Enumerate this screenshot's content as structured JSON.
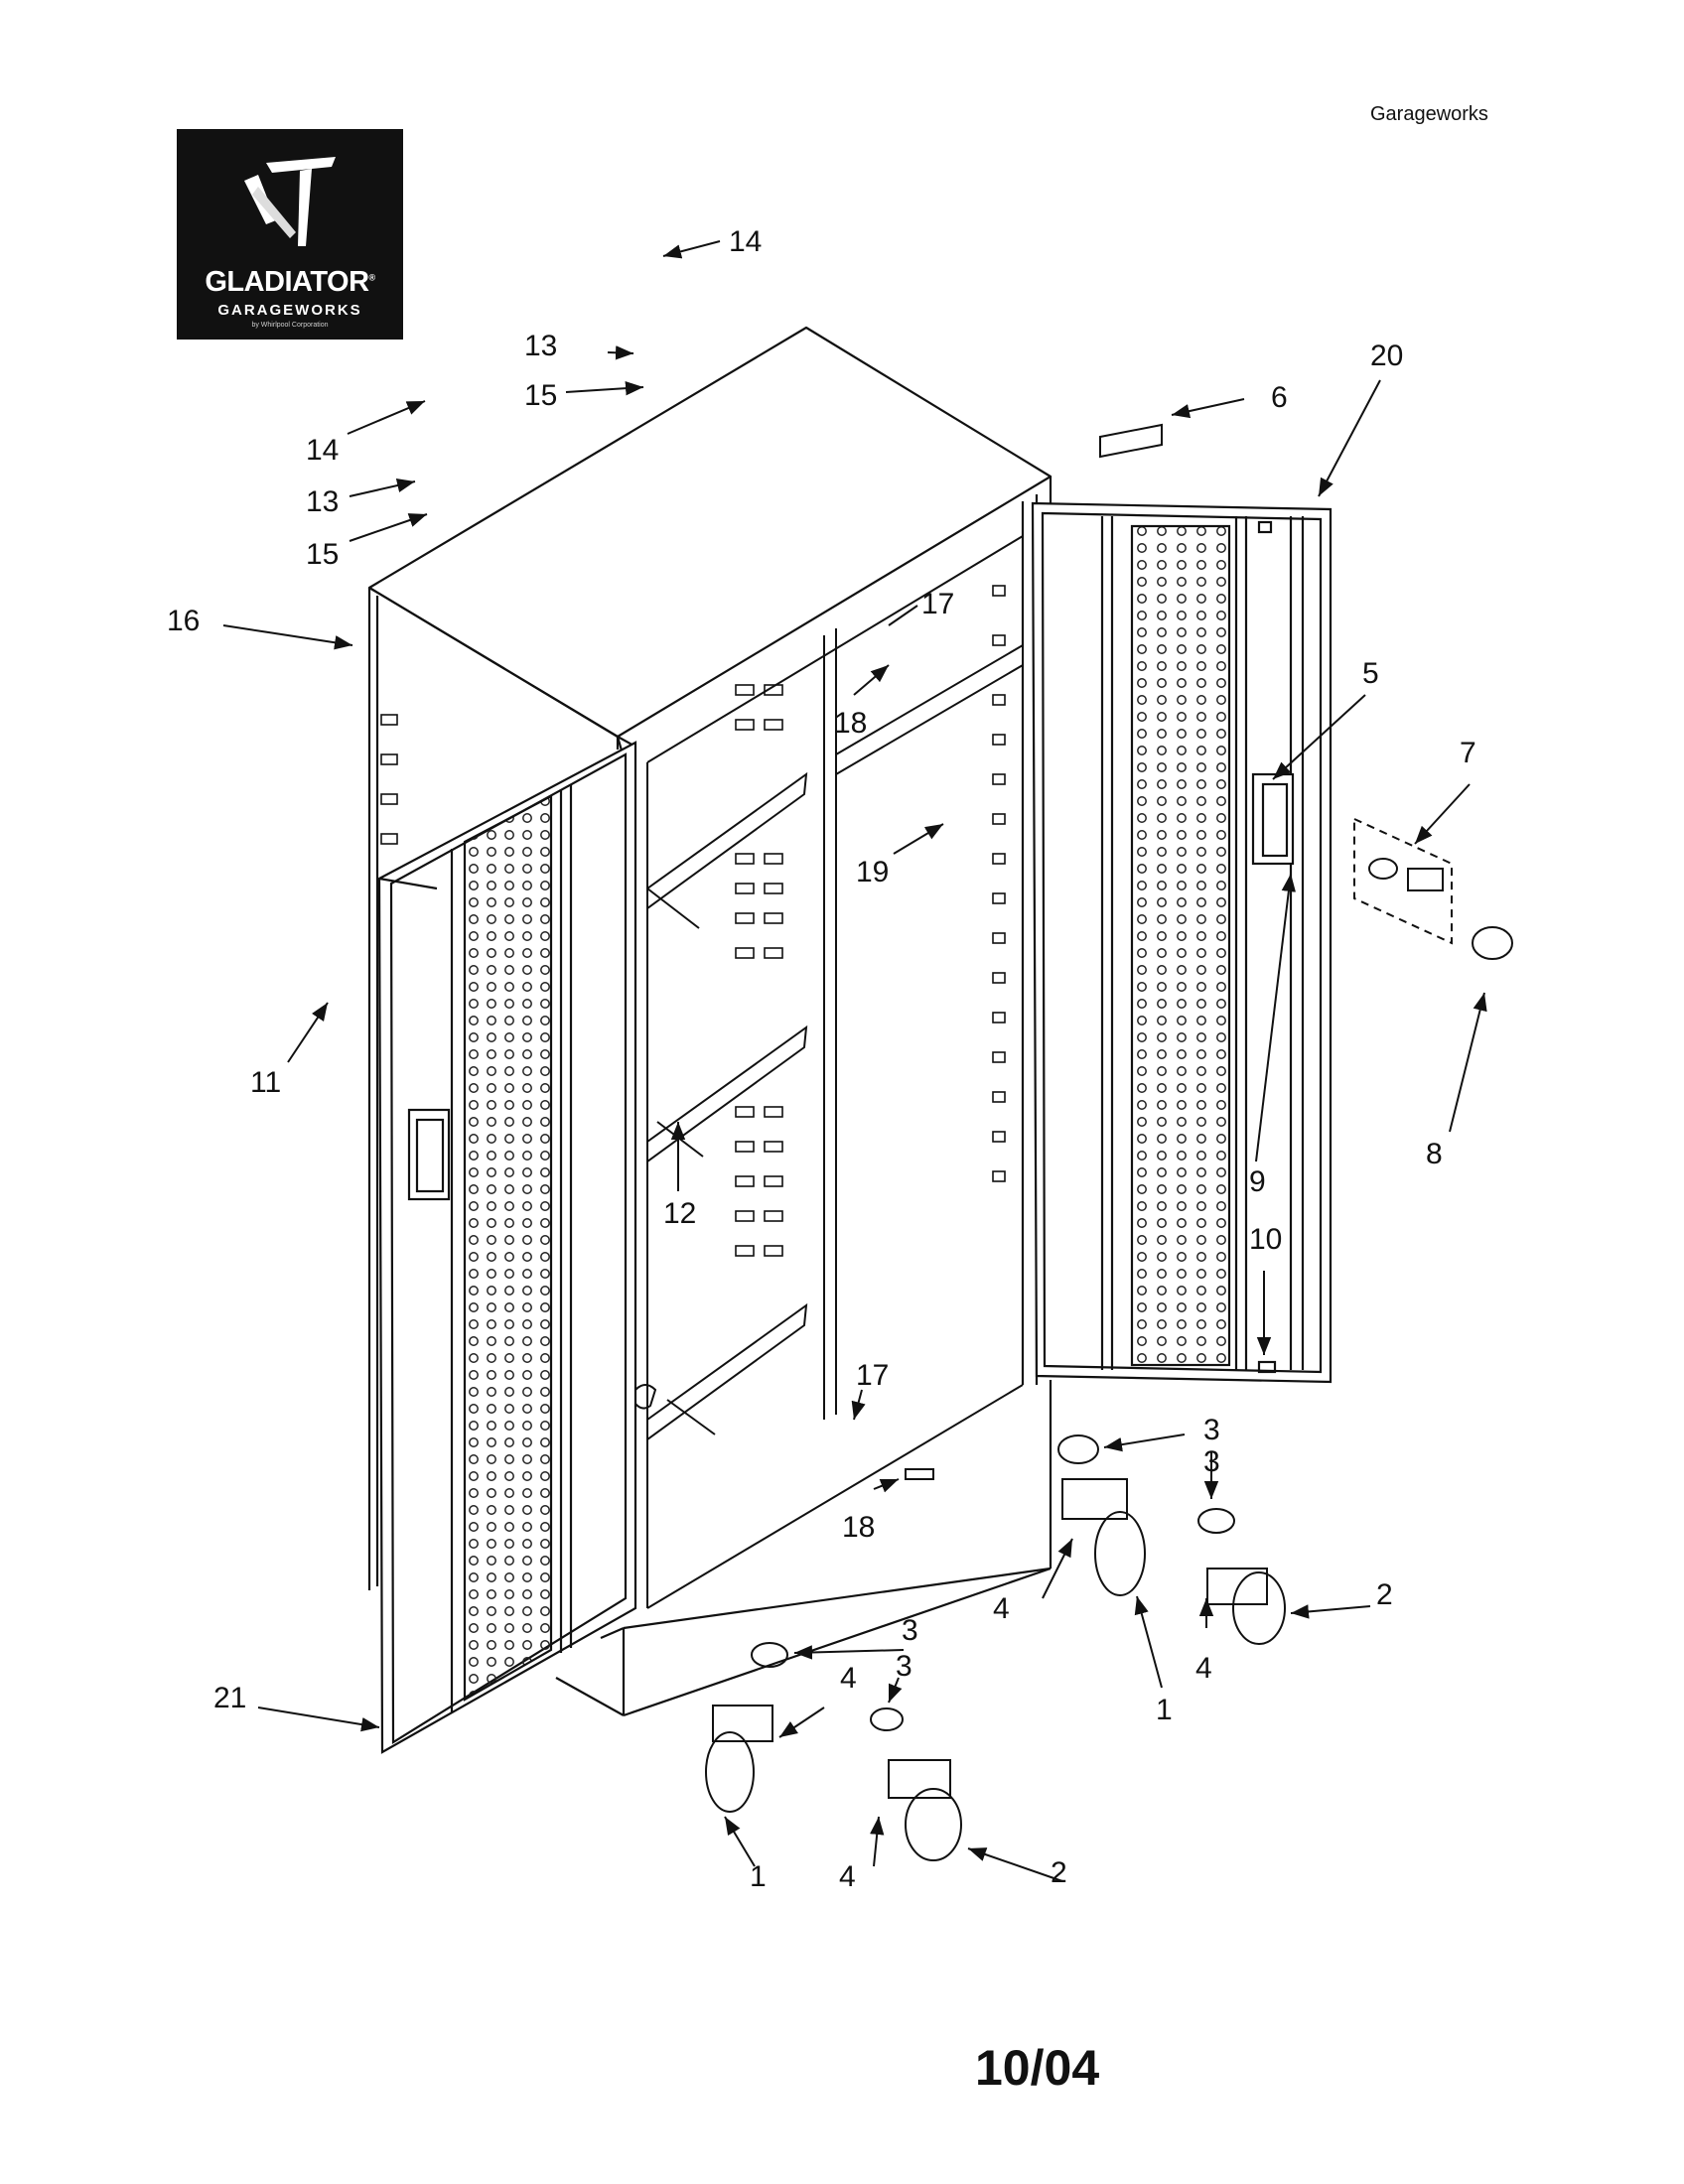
{
  "header": {
    "brand_name": "Garageworks"
  },
  "logo": {
    "wordmark": "GLADIATOR",
    "trademark": "®",
    "subline": "GARAGEWORKS",
    "tagline": "by Whirlpool Corporation"
  },
  "callouts": [
    {
      "id": "c14a",
      "text": "14"
    },
    {
      "id": "c13a",
      "text": "13"
    },
    {
      "id": "c15a",
      "text": "15"
    },
    {
      "id": "c14b",
      "text": "14"
    },
    {
      "id": "c13b",
      "text": "13"
    },
    {
      "id": "c15b",
      "text": "15"
    },
    {
      "id": "c16",
      "text": "16"
    },
    {
      "id": "c6",
      "text": "6"
    },
    {
      "id": "c20",
      "text": "20"
    },
    {
      "id": "c17a",
      "text": "17"
    },
    {
      "id": "c18a",
      "text": "18"
    },
    {
      "id": "c5",
      "text": "5"
    },
    {
      "id": "c7",
      "text": "7"
    },
    {
      "id": "c19",
      "text": "19"
    },
    {
      "id": "c9",
      "text": "9"
    },
    {
      "id": "c11",
      "text": "11"
    },
    {
      "id": "c8",
      "text": "8"
    },
    {
      "id": "c12",
      "text": "12"
    },
    {
      "id": "c10",
      "text": "10"
    },
    {
      "id": "c17b",
      "text": "17"
    },
    {
      "id": "c3a",
      "text": "3"
    },
    {
      "id": "c18b",
      "text": "18"
    },
    {
      "id": "c3b",
      "text": "3"
    },
    {
      "id": "c4a",
      "text": "4"
    },
    {
      "id": "c2a",
      "text": "2"
    },
    {
      "id": "c1a",
      "text": "1"
    },
    {
      "id": "c4b",
      "text": "4"
    },
    {
      "id": "c3c",
      "text": "3"
    },
    {
      "id": "c4c",
      "text": "4"
    },
    {
      "id": "c21",
      "text": "21"
    },
    {
      "id": "c3d",
      "text": "3"
    },
    {
      "id": "c1b",
      "text": "1"
    },
    {
      "id": "c4d",
      "text": "4"
    },
    {
      "id": "c2b",
      "text": "2"
    }
  ],
  "footer": {
    "date_code": "10/04"
  }
}
